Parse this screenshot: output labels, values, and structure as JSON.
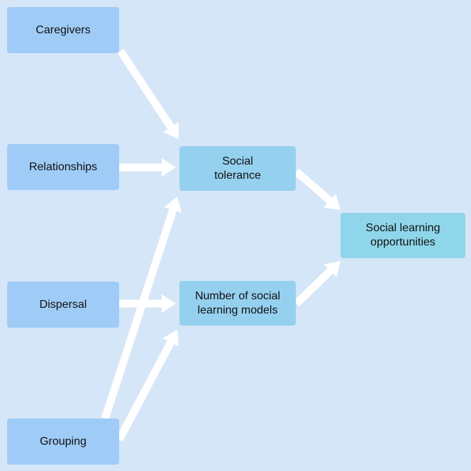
{
  "diagram": {
    "nodes": {
      "caregivers": "Caregivers",
      "relationships": "Relationships",
      "dispersal": "Dispersal",
      "grouping": "Grouping",
      "tolerance": "Social\ntolerance",
      "models": "Number of social\nlearning models",
      "opportunities": "Social learning\nopportunities"
    },
    "edges": [
      {
        "from": "caregivers",
        "to": "tolerance"
      },
      {
        "from": "relationships",
        "to": "tolerance"
      },
      {
        "from": "dispersal",
        "to": "models"
      },
      {
        "from": "grouping",
        "to": "tolerance"
      },
      {
        "from": "grouping",
        "to": "models"
      },
      {
        "from": "tolerance",
        "to": "opportunities"
      },
      {
        "from": "models",
        "to": "opportunities"
      }
    ]
  },
  "colors": {
    "background": "#d5e6f8",
    "arrow": "#ffffff",
    "source_node": "#9fccf7",
    "mediator_node": "#95d0ef",
    "outcome_node": "#8fd6ea"
  }
}
